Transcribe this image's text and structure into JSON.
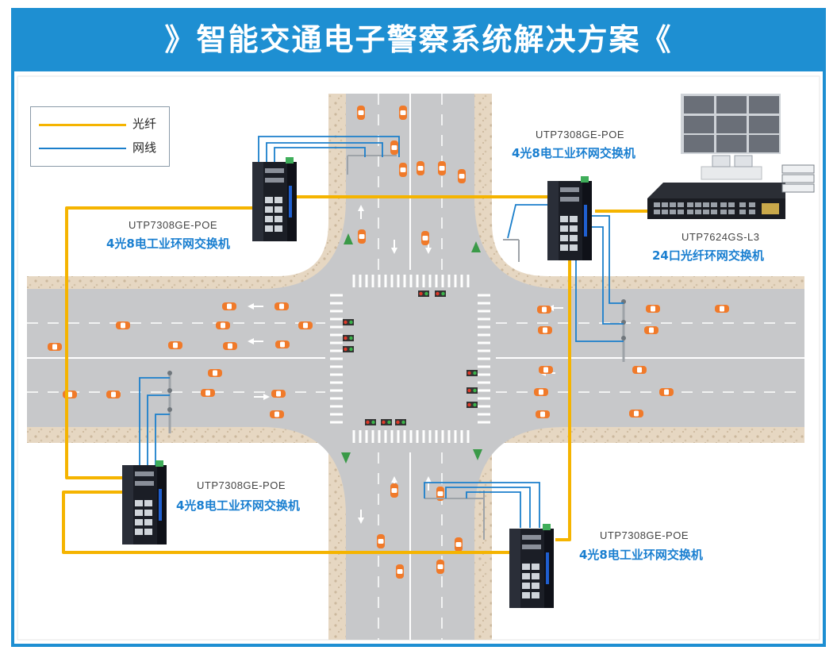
{
  "title": "》智能交通电子警察系统解决方案《",
  "legend": {
    "items": [
      {
        "label": "光纤",
        "color": "#f5b400"
      },
      {
        "label": "网线",
        "color": "#1b7fcb"
      }
    ]
  },
  "devices": [
    {
      "model": "UTP7308GE-POE",
      "desc": "4光8电工业环网交换机"
    },
    {
      "model": "UTP7308GE-POE",
      "desc": "4光8电工业环网交换机"
    },
    {
      "model": "UTP7308GE-POE",
      "desc": "4光8电工业环网交换机"
    },
    {
      "model": "UTP7308GE-POE",
      "desc": "4光8电工业环网交换机"
    },
    {
      "model": "UTP7624GS-L3",
      "desc": "24口光纤环网交换机"
    }
  ],
  "colors": {
    "frame": "#1e8fd2",
    "fiber": "#f5b400",
    "cable": "#1b7fcb",
    "road": "#c9cacc",
    "sidewalk": "#e4d3bd",
    "car": "#f07a2a"
  }
}
